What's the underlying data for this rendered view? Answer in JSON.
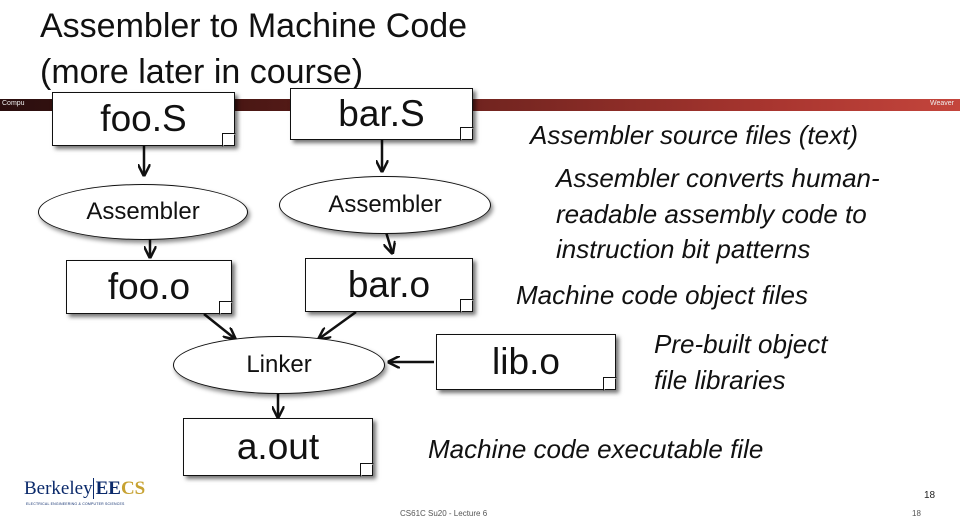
{
  "title": {
    "line1": "Assembler to Machine Code",
    "line2": "(more later in course)"
  },
  "header_bar": {
    "left_text": "Compu",
    "right_text": "Weaver"
  },
  "diagram": {
    "source_files": [
      "foo.S",
      "bar.S"
    ],
    "assembler_nodes": [
      "Assembler",
      "Assembler"
    ],
    "object_files": [
      "foo.o",
      "bar.o"
    ],
    "linker": "Linker",
    "library": "lib.o",
    "output": "a.out"
  },
  "notes": {
    "source": "Assembler source files (text)",
    "assembler_line1": "Assembler converts human-",
    "assembler_line2": "readable assembly code to",
    "assembler_line3": "instruction bit patterns",
    "object": "Machine code object files",
    "library_line1": "Pre-built object",
    "library_line2": "file libraries",
    "executable": "Machine code executable file"
  },
  "footer": {
    "logo_berkeley": "Berkeley",
    "logo_ee": "EE",
    "logo_cs": "CS",
    "logo_sub": "ELECTRICAL ENGINEERING & COMPUTER SCIENCES",
    "page_number": "18",
    "bottom_text": "CS61C Su20 - Lecture 6",
    "bottom_right": "18"
  }
}
